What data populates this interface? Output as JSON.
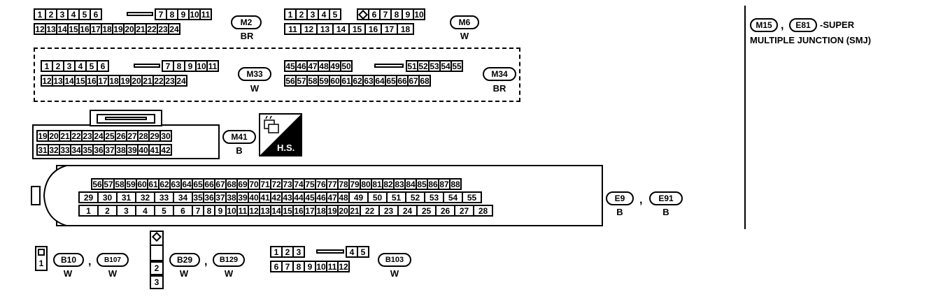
{
  "m2": {
    "id": "M2",
    "color": "BR",
    "row1a": [
      "1",
      "2",
      "3",
      "4",
      "5",
      "6"
    ],
    "row1b": [
      "7",
      "8",
      "9",
      "10",
      "11"
    ],
    "row2": [
      "12",
      "13",
      "14",
      "15",
      "16",
      "17",
      "18",
      "19",
      "20",
      "21",
      "22",
      "23",
      "24"
    ]
  },
  "m6": {
    "id": "M6",
    "color": "W",
    "row1a": [
      "1",
      "2",
      "3",
      "4",
      "5"
    ],
    "row1b": [
      "6",
      "7",
      "8",
      "9",
      "10"
    ],
    "row2": [
      "11",
      "12",
      "13",
      "14",
      "15",
      "16",
      "17",
      "18"
    ]
  },
  "m33": {
    "id": "M33",
    "color": "W",
    "row1a": [
      "1",
      "2",
      "3",
      "4",
      "5",
      "6"
    ],
    "row1b": [
      "7",
      "8",
      "9",
      "10",
      "11"
    ],
    "row2": [
      "12",
      "13",
      "14",
      "15",
      "16",
      "17",
      "18",
      "19",
      "20",
      "21",
      "22",
      "23",
      "24"
    ]
  },
  "m34": {
    "id": "M34",
    "color": "BR",
    "row1a": [
      "45",
      "46",
      "47",
      "48",
      "49",
      "50"
    ],
    "row1b": [
      "51",
      "52",
      "53",
      "54",
      "55"
    ],
    "row2": [
      "56",
      "57",
      "58",
      "59",
      "60",
      "61",
      "62",
      "63",
      "64",
      "65",
      "66",
      "67",
      "68"
    ]
  },
  "m41": {
    "id": "M41",
    "color": "B",
    "row1": [
      "19",
      "20",
      "21",
      "22",
      "23",
      "24",
      "25",
      "26",
      "27",
      "28",
      "29",
      "30"
    ],
    "row2": [
      "31",
      "32",
      "33",
      "34",
      "35",
      "36",
      "37",
      "38",
      "39",
      "40",
      "41",
      "42"
    ]
  },
  "hs_label": "H.S.",
  "e9": {
    "ids": [
      "E9",
      "E91"
    ],
    "colors": [
      "B",
      "B"
    ],
    "row1": [
      "56",
      "57",
      "58",
      "59",
      "60",
      "61",
      "62",
      "63",
      "64",
      "65",
      "66",
      "67",
      "68",
      "69",
      "70",
      "71",
      "72",
      "73",
      "74",
      "75",
      "76",
      "77",
      "78",
      "79",
      "80",
      "81",
      "82",
      "83",
      "84",
      "85",
      "86",
      "87",
      "88"
    ],
    "row2a": [
      "29",
      "30",
      "31",
      "32",
      "33",
      "34"
    ],
    "row2b": [
      "35",
      "36",
      "37",
      "38",
      "39",
      "40",
      "41",
      "42",
      "43",
      "44",
      "45",
      "46",
      "47",
      "48"
    ],
    "row2c": [
      "49",
      "50",
      "51",
      "52",
      "53",
      "54",
      "55"
    ],
    "row3a": [
      "1",
      "2",
      "3",
      "4",
      "5",
      "6"
    ],
    "row3b": [
      "7",
      "8",
      "9",
      "10",
      "11",
      "12",
      "13",
      "14",
      "15",
      "16",
      "17",
      "18",
      "19",
      "20",
      "21"
    ],
    "row3c": [
      "22",
      "23",
      "24",
      "25",
      "26",
      "27",
      "28"
    ]
  },
  "b10": {
    "ids": [
      "B10",
      "B107"
    ],
    "colors": [
      "W",
      "W"
    ],
    "pin": "1"
  },
  "b29": {
    "ids": [
      "B29",
      "B129"
    ],
    "colors": [
      "W",
      "W"
    ],
    "pins": [
      "2",
      "3"
    ]
  },
  "b103": {
    "id": "B103",
    "color": "W",
    "row1a": [
      "1",
      "2",
      "3"
    ],
    "row1b": [
      "4",
      "5"
    ],
    "row2": [
      "6",
      "7",
      "8",
      "9",
      "10",
      "11",
      "12"
    ]
  },
  "note": {
    "id1": "M15",
    "id2": "E81",
    "text1": "-SUPER",
    "text2": "MULTIPLE JUNCTION (SMJ)"
  }
}
